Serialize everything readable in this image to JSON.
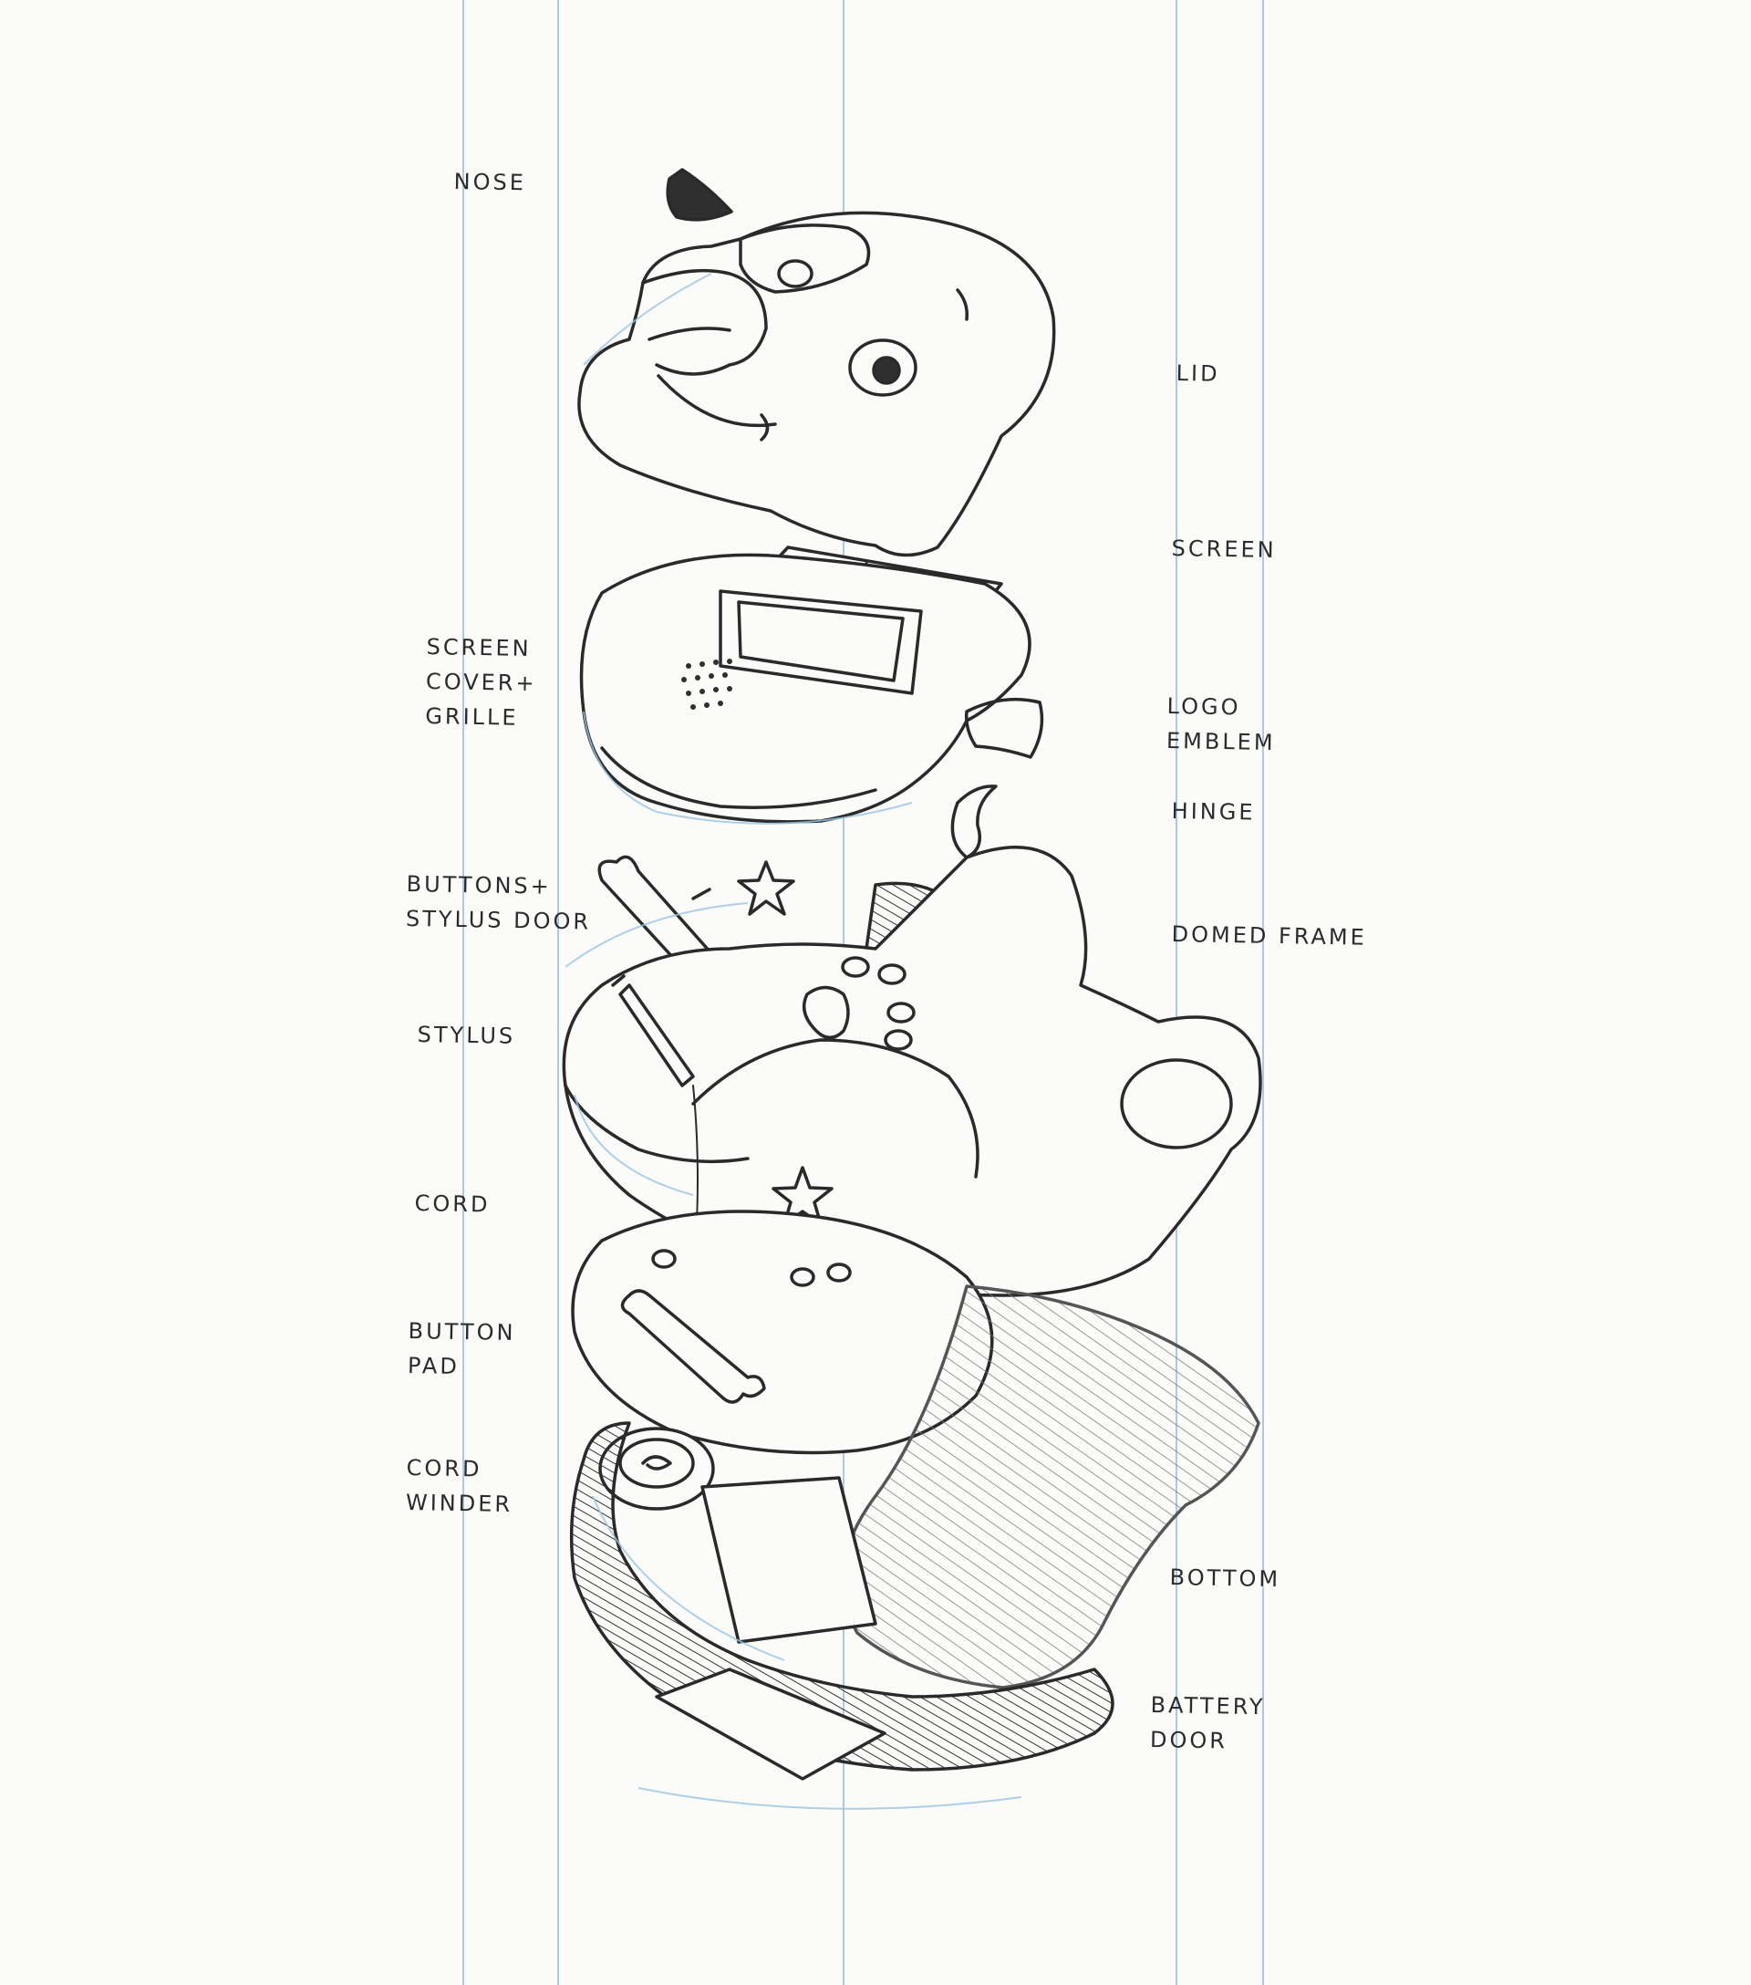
{
  "labels": {
    "nose": "NOSE",
    "lid": "LID",
    "screen": "SCREEN",
    "screen_cover_grille": "SCREEN\nCOVER+\nGRILLE",
    "logo_emblem": "LOGO\nEMBLEM",
    "hinge": "HINGE",
    "buttons_stylus_door": "BUTTONS+\nSTYLUS DOOR",
    "domed_frame": "DOMED FRAME",
    "stylus": "STYLUS",
    "cord": "CORD",
    "button_pad": "BUTTON\nPAD",
    "cord_winder": "CORD\nWINDER",
    "bottom": "BOTTOM",
    "battery_door": "BATTERY\nDOOR"
  },
  "colors": {
    "paper": "#fbfbf9",
    "rule_blue": "#a9cbe8",
    "pencil": "#2a2a2a",
    "blue_pencil": "#9cc4e4"
  }
}
